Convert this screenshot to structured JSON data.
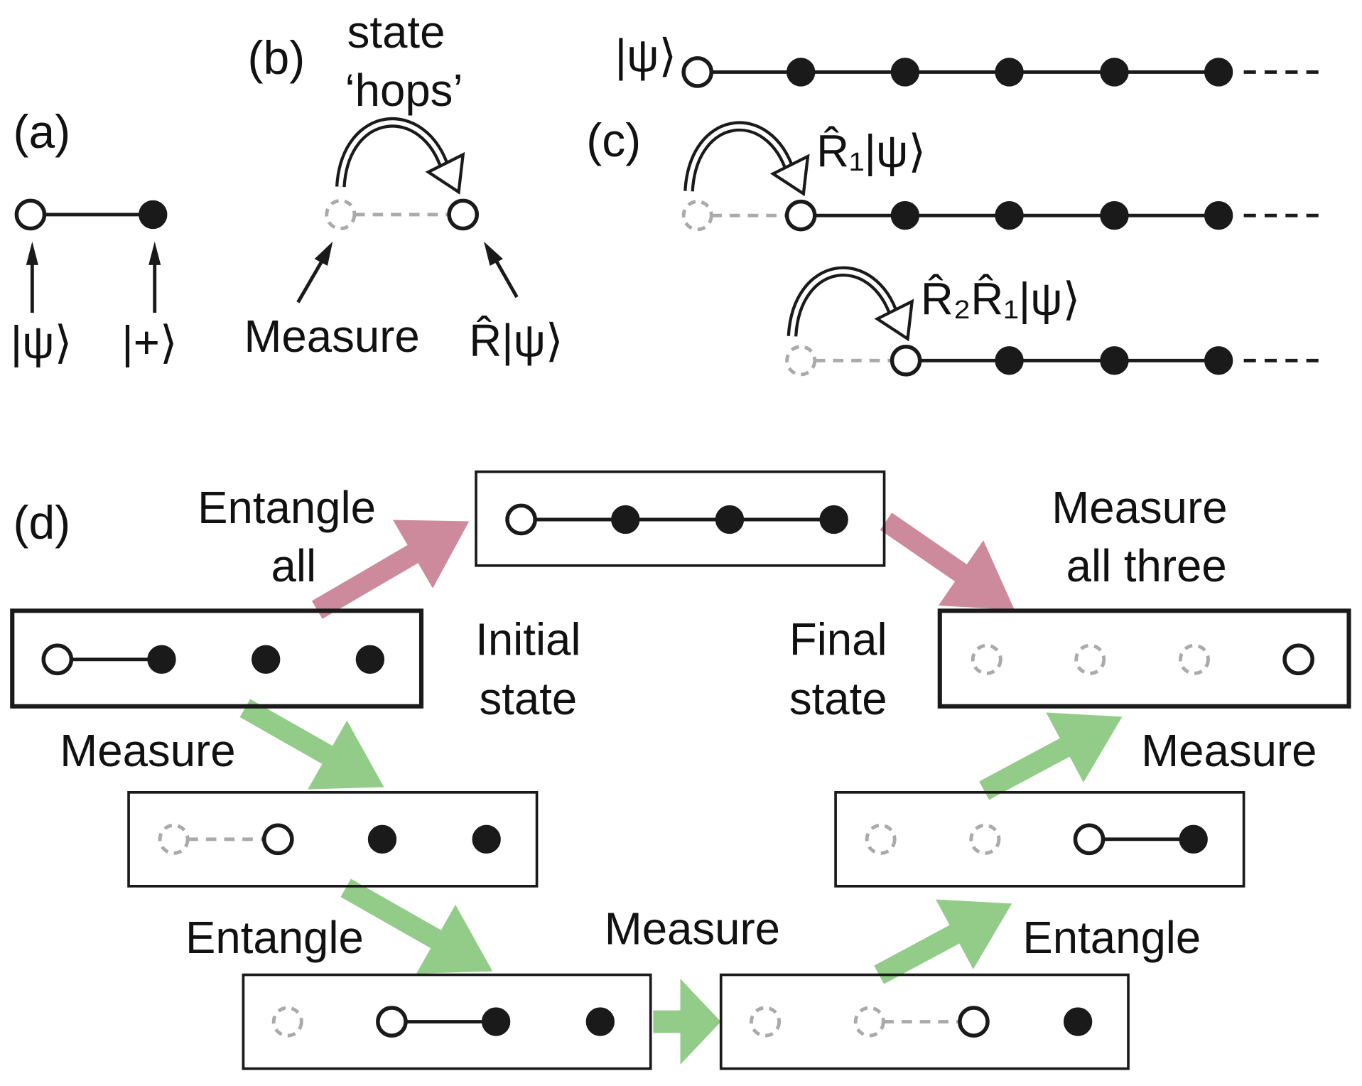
{
  "panels": {
    "a": {
      "label": "(a)",
      "psi": "|ψ⟩",
      "plus": "|+⟩"
    },
    "b": {
      "label": "(b)",
      "hop_line1": "state",
      "hop_line2": "‘hops’",
      "measure": "Measure",
      "result": "R̂|ψ⟩"
    },
    "c": {
      "label": "(c)",
      "row1": "|ψ⟩",
      "row2": "R̂₁|ψ⟩",
      "row3": "R̂₂R̂₁|ψ⟩"
    },
    "d": {
      "label": "(d)",
      "entangle_all_1": "Entangle",
      "entangle_all_2": "all",
      "measure_all_1": "Measure",
      "measure_all_2": "all three",
      "initial_1": "Initial",
      "initial_2": "state",
      "final_1": "Final",
      "final_2": "state",
      "measure_a": "Measure",
      "entangle_a": "Entangle",
      "measure_b": "Measure",
      "entangle_b": "Entangle",
      "measure_c": "Measure"
    }
  },
  "colors": {
    "entangle_all_arrow": "#cc8a9c",
    "step_arrow": "#92cc88",
    "measured_node": "#aaaaaa"
  }
}
